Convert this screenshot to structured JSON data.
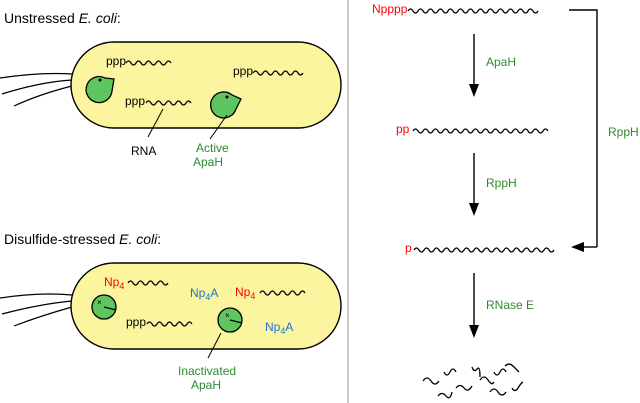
{
  "left": {
    "unstressed": {
      "title_prefix": "Unstressed ",
      "title_italic": "E. coli",
      "title_suffix": ":",
      "ppp_label": "ppp",
      "rna_label": "RNA",
      "active_line1": "Active",
      "active_line2": "ApaH"
    },
    "stressed": {
      "title_prefix": "Disulfide-stressed ",
      "title_italic": "E. coli",
      "title_suffix": ":",
      "np4_base": "Np",
      "np4_sub": "4",
      "np4a_base": "Np",
      "np4a_sub": "4",
      "np4a_suffix": "A",
      "ppp_label": "ppp",
      "inactivated_line1": "Inactivated",
      "inactivated_line2": "ApaH"
    }
  },
  "right": {
    "npppp_label": "Npppp",
    "pp_label": "pp",
    "p_label": "p",
    "apah_label": "ApaH",
    "rpph_label_1": "RppH",
    "rpph_label_2": "RppH",
    "rnase_label": "RNase E"
  },
  "colors": {
    "cell_fill": "#fbf59f",
    "enzyme_fill": "#5fc65f",
    "green_text": "#2e8b2e",
    "red_text": "#ff0000",
    "blue_text": "#1e6fd9",
    "divider": "#999999"
  }
}
